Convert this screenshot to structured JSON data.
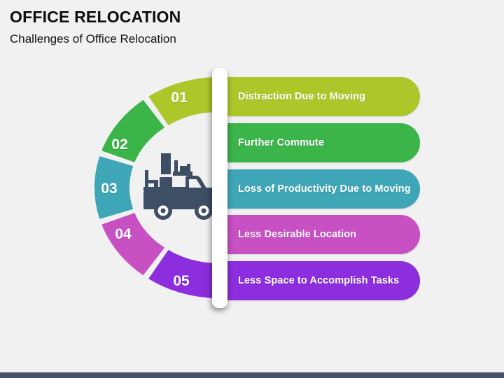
{
  "slide": {
    "title": "OFFICE RELOCATION",
    "subtitle": "Challenges of Office Relocation"
  },
  "diagram": {
    "center_icon": "moving-truck-icon",
    "items": [
      {
        "number": "01",
        "label": "Distraction Due to Moving",
        "color": "#adc72b"
      },
      {
        "number": "02",
        "label": "Further Commute",
        "color": "#3bb54a"
      },
      {
        "number": "03",
        "label": "Loss of Productivity Due to Moving",
        "color": "#3ea6b6"
      },
      {
        "number": "04",
        "label": "Less Desirable Location",
        "color": "#c750c3"
      },
      {
        "number": "05",
        "label": "Less Space to Accomplish Tasks",
        "color": "#8c2edd"
      }
    ]
  },
  "colors": {
    "background": "#f1f1f2",
    "footer_bar": "#47536a",
    "truck": "#3e4e64",
    "divider": "#ffffff",
    "text_on_color": "#ffffff",
    "title_text": "#0d0d0d"
  }
}
